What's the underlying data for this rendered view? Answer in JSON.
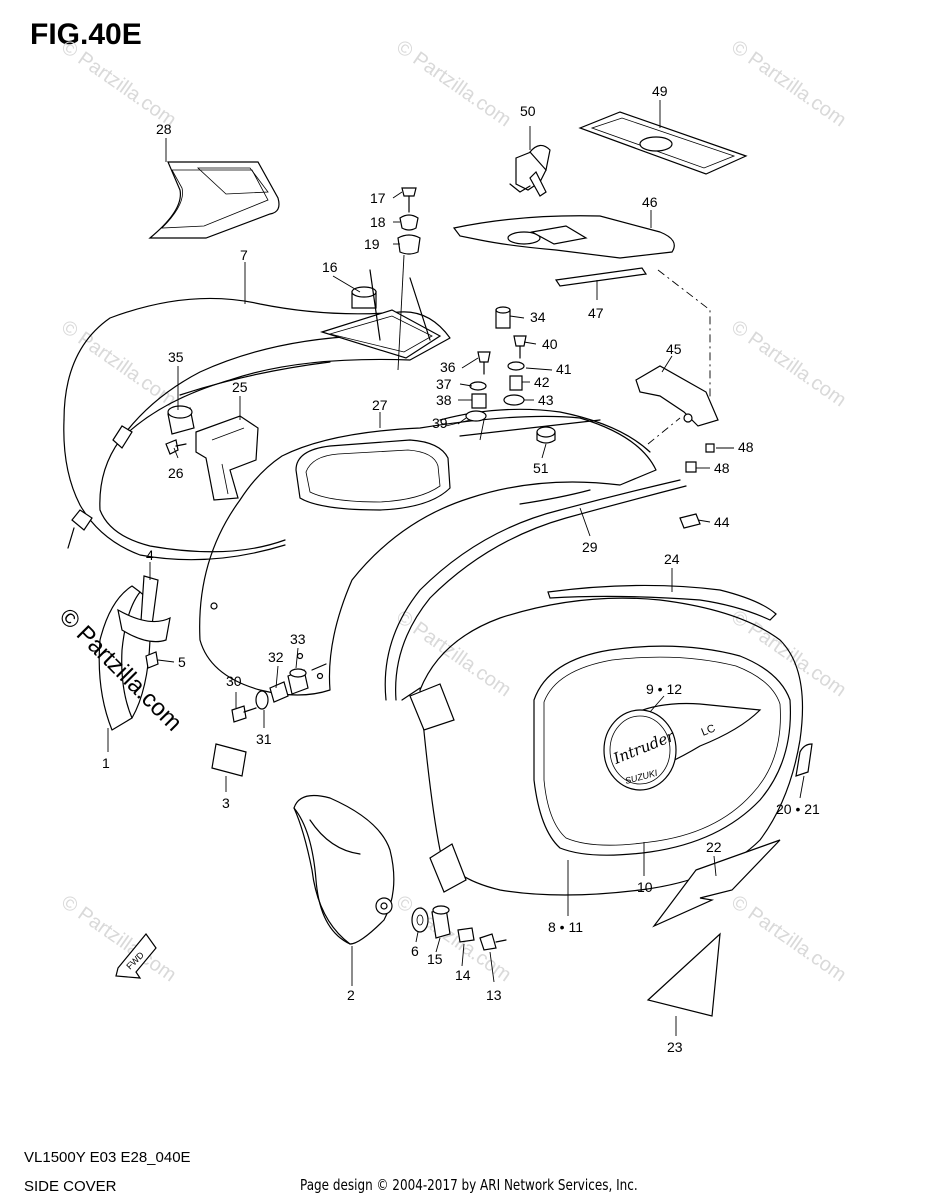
{
  "header": {
    "title": "FIG.40E"
  },
  "footer": {
    "model_code": "VL1500Y E03 E28_040E",
    "section": "SIDE COVER",
    "credit": "Page design © 2004-2017 by ARI Network Services, Inc."
  },
  "watermark": {
    "text": "© Partzilla.com"
  },
  "fwd_arrow": {
    "label": "FWD"
  },
  "emblem": {
    "script": "Intruder",
    "roman": "LC",
    "oval": "SUZUKI"
  },
  "callouts": [
    {
      "label": "1"
    },
    {
      "label": "2"
    },
    {
      "label": "3"
    },
    {
      "label": "4"
    },
    {
      "label": "5"
    },
    {
      "label": "6"
    },
    {
      "label": "7"
    },
    {
      "label": "8 • 11"
    },
    {
      "label": "9 • 12"
    },
    {
      "label": "10"
    },
    {
      "label": "13"
    },
    {
      "label": "14"
    },
    {
      "label": "15"
    },
    {
      "label": "16"
    },
    {
      "label": "17"
    },
    {
      "label": "18"
    },
    {
      "label": "19"
    },
    {
      "label": "20 • 21"
    },
    {
      "label": "22"
    },
    {
      "label": "23"
    },
    {
      "label": "24"
    },
    {
      "label": "25"
    },
    {
      "label": "26"
    },
    {
      "label": "27"
    },
    {
      "label": "28"
    },
    {
      "label": "29"
    },
    {
      "label": "30"
    },
    {
      "label": "31"
    },
    {
      "label": "32"
    },
    {
      "label": "33"
    },
    {
      "label": "34"
    },
    {
      "label": "35"
    },
    {
      "label": "36"
    },
    {
      "label": "37"
    },
    {
      "label": "38"
    },
    {
      "label": "39"
    },
    {
      "label": "40"
    },
    {
      "label": "41"
    },
    {
      "label": "42"
    },
    {
      "label": "43"
    },
    {
      "label": "44"
    },
    {
      "label": "45"
    },
    {
      "label": "46"
    },
    {
      "label": "47"
    },
    {
      "label": "48"
    },
    {
      "label": "48"
    },
    {
      "label": "49"
    },
    {
      "label": "50"
    },
    {
      "label": "51"
    }
  ]
}
